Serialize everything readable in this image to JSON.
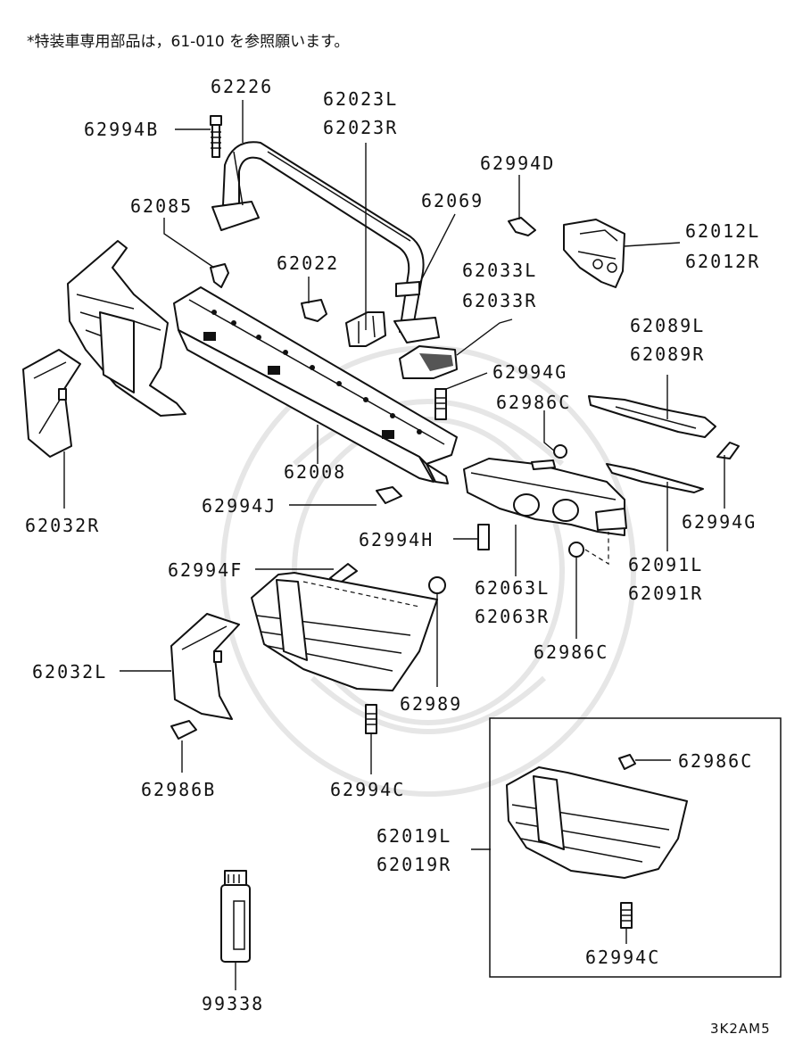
{
  "header_note": "*特装車専用部品は，61-010 を参照願います。",
  "diagram_code": "3K2AM5",
  "labels": {
    "p62226": "62226",
    "p62994B": "62994B",
    "p62023L": "62023L",
    "p62023R": "62023R",
    "p62994D": "62994D",
    "p62069": "62069",
    "p62085": "62085",
    "p62012L": "62012L",
    "p62012R": "62012R",
    "p62022": "62022",
    "p62033L": "62033L",
    "p62033R": "62033R",
    "p62089L": "62089L",
    "p62089R": "62089R",
    "p62994G_a": "62994G",
    "p62986C_a": "62986C",
    "p62008": "62008",
    "p62032R": "62032R",
    "p62994J": "62994J",
    "p62994G_b": "62994G",
    "p62994H": "62994H",
    "p62091L": "62091L",
    "p62091R": "62091R",
    "p62994F": "62994F",
    "p62063L": "62063L",
    "p62063R": "62063R",
    "p62032L": "62032L",
    "p62986C_b": "62986C",
    "p62989": "62989",
    "p62986B": "62986B",
    "p62994C_a": "62994C",
    "p62986C_c": "62986C",
    "p62019L": "62019L",
    "p62019R": "62019R",
    "p62994C_b": "62994C",
    "p99338": "99338"
  }
}
